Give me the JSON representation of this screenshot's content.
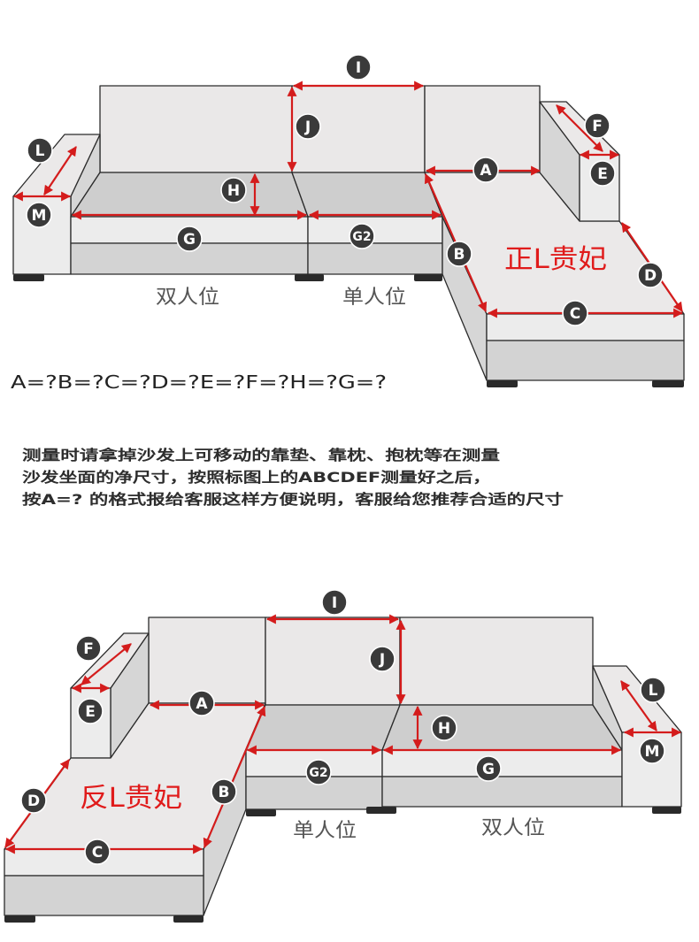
{
  "top_diagram": {
    "title": "正L贵妃",
    "seat_labels": {
      "double": "双人位",
      "single": "单人位"
    },
    "dimension_labels": {
      "I": "I",
      "J": "J",
      "H": "H",
      "G": "G",
      "G2": "G2",
      "L": "L",
      "M": "M",
      "A": "A",
      "B": "B",
      "C": "C",
      "D": "D",
      "E": "E",
      "F": "F"
    }
  },
  "formula": "A=?B=?C=?D=?E=?F=?H=?G=?",
  "instructions": [
    "测量时请拿掉沙发上可移动的靠垫、靠枕、抱枕等在测量",
    "沙发坐面的净尺寸，按照标图上的ABCDEF测量好之后，",
    "按A=? 的格式报给客服这样方便说明，客服给您推荐合适的尺寸"
  ],
  "bottom_diagram": {
    "title": "反L贵妃",
    "seat_labels": {
      "single": "单人位",
      "double": "双人位"
    },
    "dimension_labels": {
      "I": "I",
      "J": "J",
      "A": "A",
      "B": "B",
      "C": "C",
      "D": "D",
      "E": "E",
      "F": "F",
      "G2": "G2",
      "G": "G",
      "H": "H",
      "L": "L",
      "M": "M"
    }
  },
  "colors": {
    "arrow": "#d41c1c",
    "title": "#e01b1b",
    "mark": "#3a3a3a",
    "outline": "#2b2b2b",
    "seat_label": "#555555",
    "text": "#2d2d2d"
  }
}
